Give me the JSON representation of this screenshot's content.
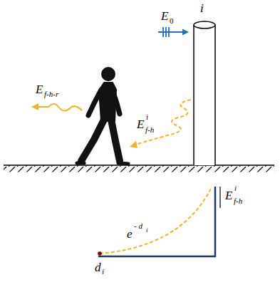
{
  "diagram": {
    "labels": [
      "i",
      "E",
      "0",
      "E",
      "f-h-r",
      "E",
      "i",
      "f-h",
      "E",
      "i",
      "f-h",
      "e",
      "- d",
      "i",
      "d",
      "i"
    ]
  }
}
